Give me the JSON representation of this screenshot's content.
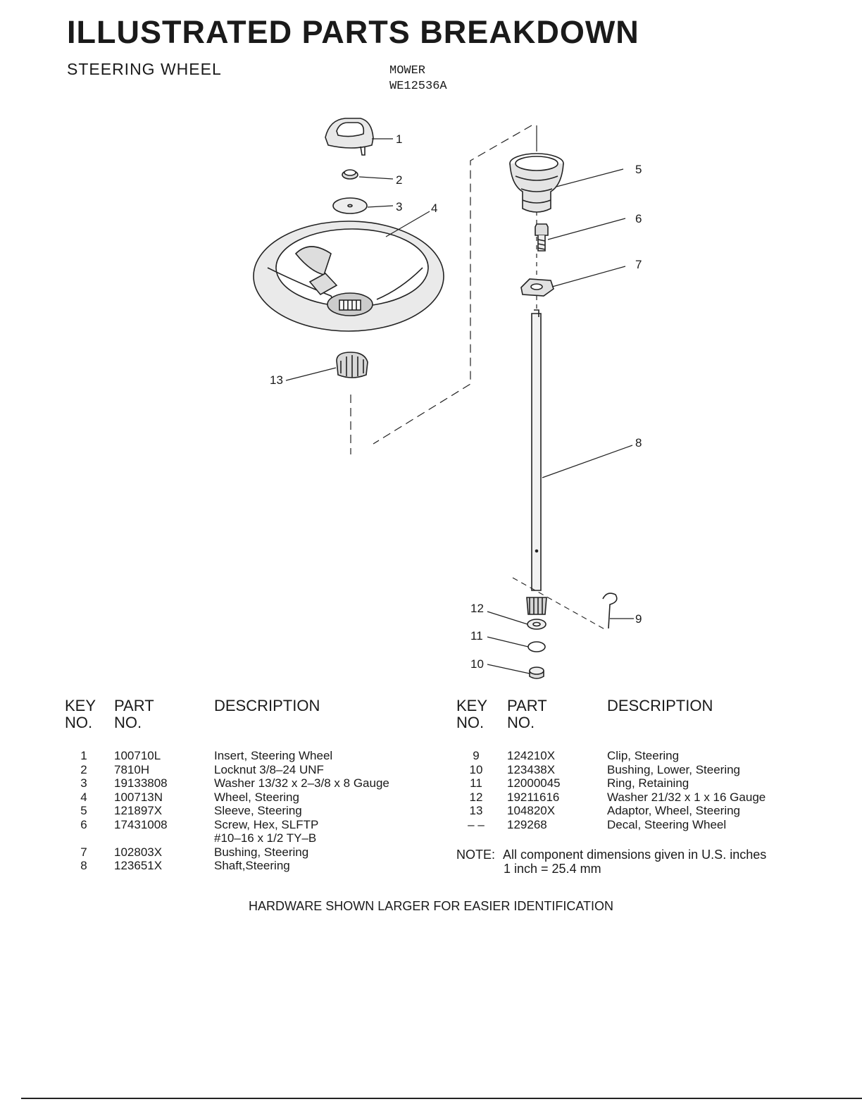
{
  "header": {
    "title": "ILLUSTRATED PARTS BREAKDOWN",
    "section": "STEERING WHEEL",
    "model_line1": "MOWER",
    "model_line2": "WE12536A"
  },
  "callouts": [
    "1",
    "2",
    "3",
    "4",
    "5",
    "6",
    "7",
    "8",
    "9",
    "10",
    "11",
    "12",
    "13"
  ],
  "table": {
    "key_label_1": "KEY",
    "key_label_2": "NO.",
    "part_label_1": "PART",
    "part_label_2": "NO.",
    "desc_label": "DESCRIPTION",
    "left_rows": [
      {
        "key": "1",
        "part": "100710L",
        "desc": "Insert, Steering Wheel"
      },
      {
        "key": "2",
        "part": "7810H",
        "desc": "Locknut  3/8–24 UNF"
      },
      {
        "key": "3",
        "part": "19133808",
        "desc": "Washer  13/32 x 2–3/8 x 8 Gauge"
      },
      {
        "key": "4",
        "part": "100713N",
        "desc": "Wheel, Steering"
      },
      {
        "key": "5",
        "part": "121897X",
        "desc": "Sleeve, Steering"
      },
      {
        "key": "6",
        "part": "17431008",
        "desc": "Screw, Hex, SLFTP"
      },
      {
        "key": "",
        "part": "",
        "desc": "#10–16 x 1/2 TY–B"
      },
      {
        "key": "7",
        "part": "102803X",
        "desc": "Bushing, Steering"
      },
      {
        "key": "8",
        "part": "123651X",
        "desc": "Shaft,Steering"
      }
    ],
    "right_rows": [
      {
        "key": "9",
        "part": "124210X",
        "desc": "Clip, Steering"
      },
      {
        "key": "10",
        "part": "123438X",
        "desc": "Bushing, Lower, Steering"
      },
      {
        "key": "11",
        "part": "12000045",
        "desc": "Ring, Retaining"
      },
      {
        "key": "12",
        "part": "19211616",
        "desc": "Washer   21/32 x 1 x 16 Gauge"
      },
      {
        "key": "13",
        "part": "104820X",
        "desc": "Adaptor, Wheel, Steering"
      },
      {
        "key": "– –",
        "part": "129268",
        "desc": "Decal, Steering Wheel"
      }
    ]
  },
  "note": {
    "label": "NOTE:",
    "line1": "All component dimensions given in U.S. inches",
    "line2": "1 inch = 25.4 mm"
  },
  "footer": "HARDWARE SHOWN LARGER FOR EASIER IDENTIFICATION"
}
